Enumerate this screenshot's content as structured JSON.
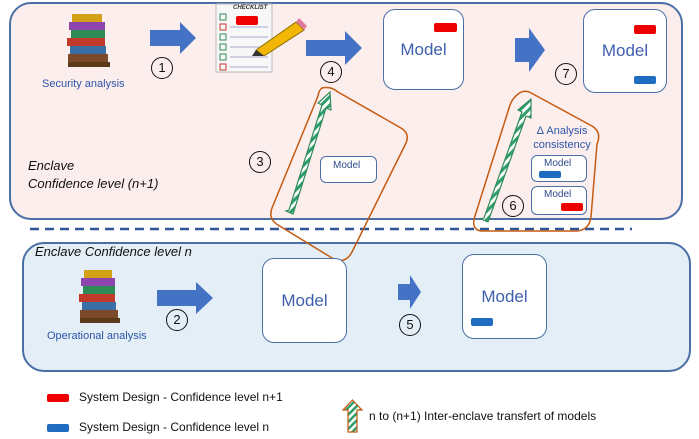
{
  "enclaves": {
    "top_label_line1": "Enclave",
    "top_label_line2": "Confidence level (n+1)",
    "bottom_label": "Enclave Confidence level n"
  },
  "analyses": {
    "security": "Security analysis",
    "operational": "Operational analysis",
    "checklist_title": "CHECKLIST",
    "delta_line1": "Δ Analysis",
    "delta_line2": "consistency"
  },
  "models": {
    "label": "Model"
  },
  "steps": [
    "1",
    "2",
    "3",
    "4",
    "5",
    "6",
    "7"
  ],
  "legend": {
    "red_item": "System Design - Confidence level n+1",
    "blue_item": "System Design - Confidence level n",
    "transfer_item": "n to (n+1) Inter-enclave transfert of models"
  },
  "colors": {
    "red": "#ee0000",
    "blue": "#1f6cc1",
    "arrow": "#4472c4",
    "green": "#2e9e6b",
    "orange": "#c55a11"
  }
}
